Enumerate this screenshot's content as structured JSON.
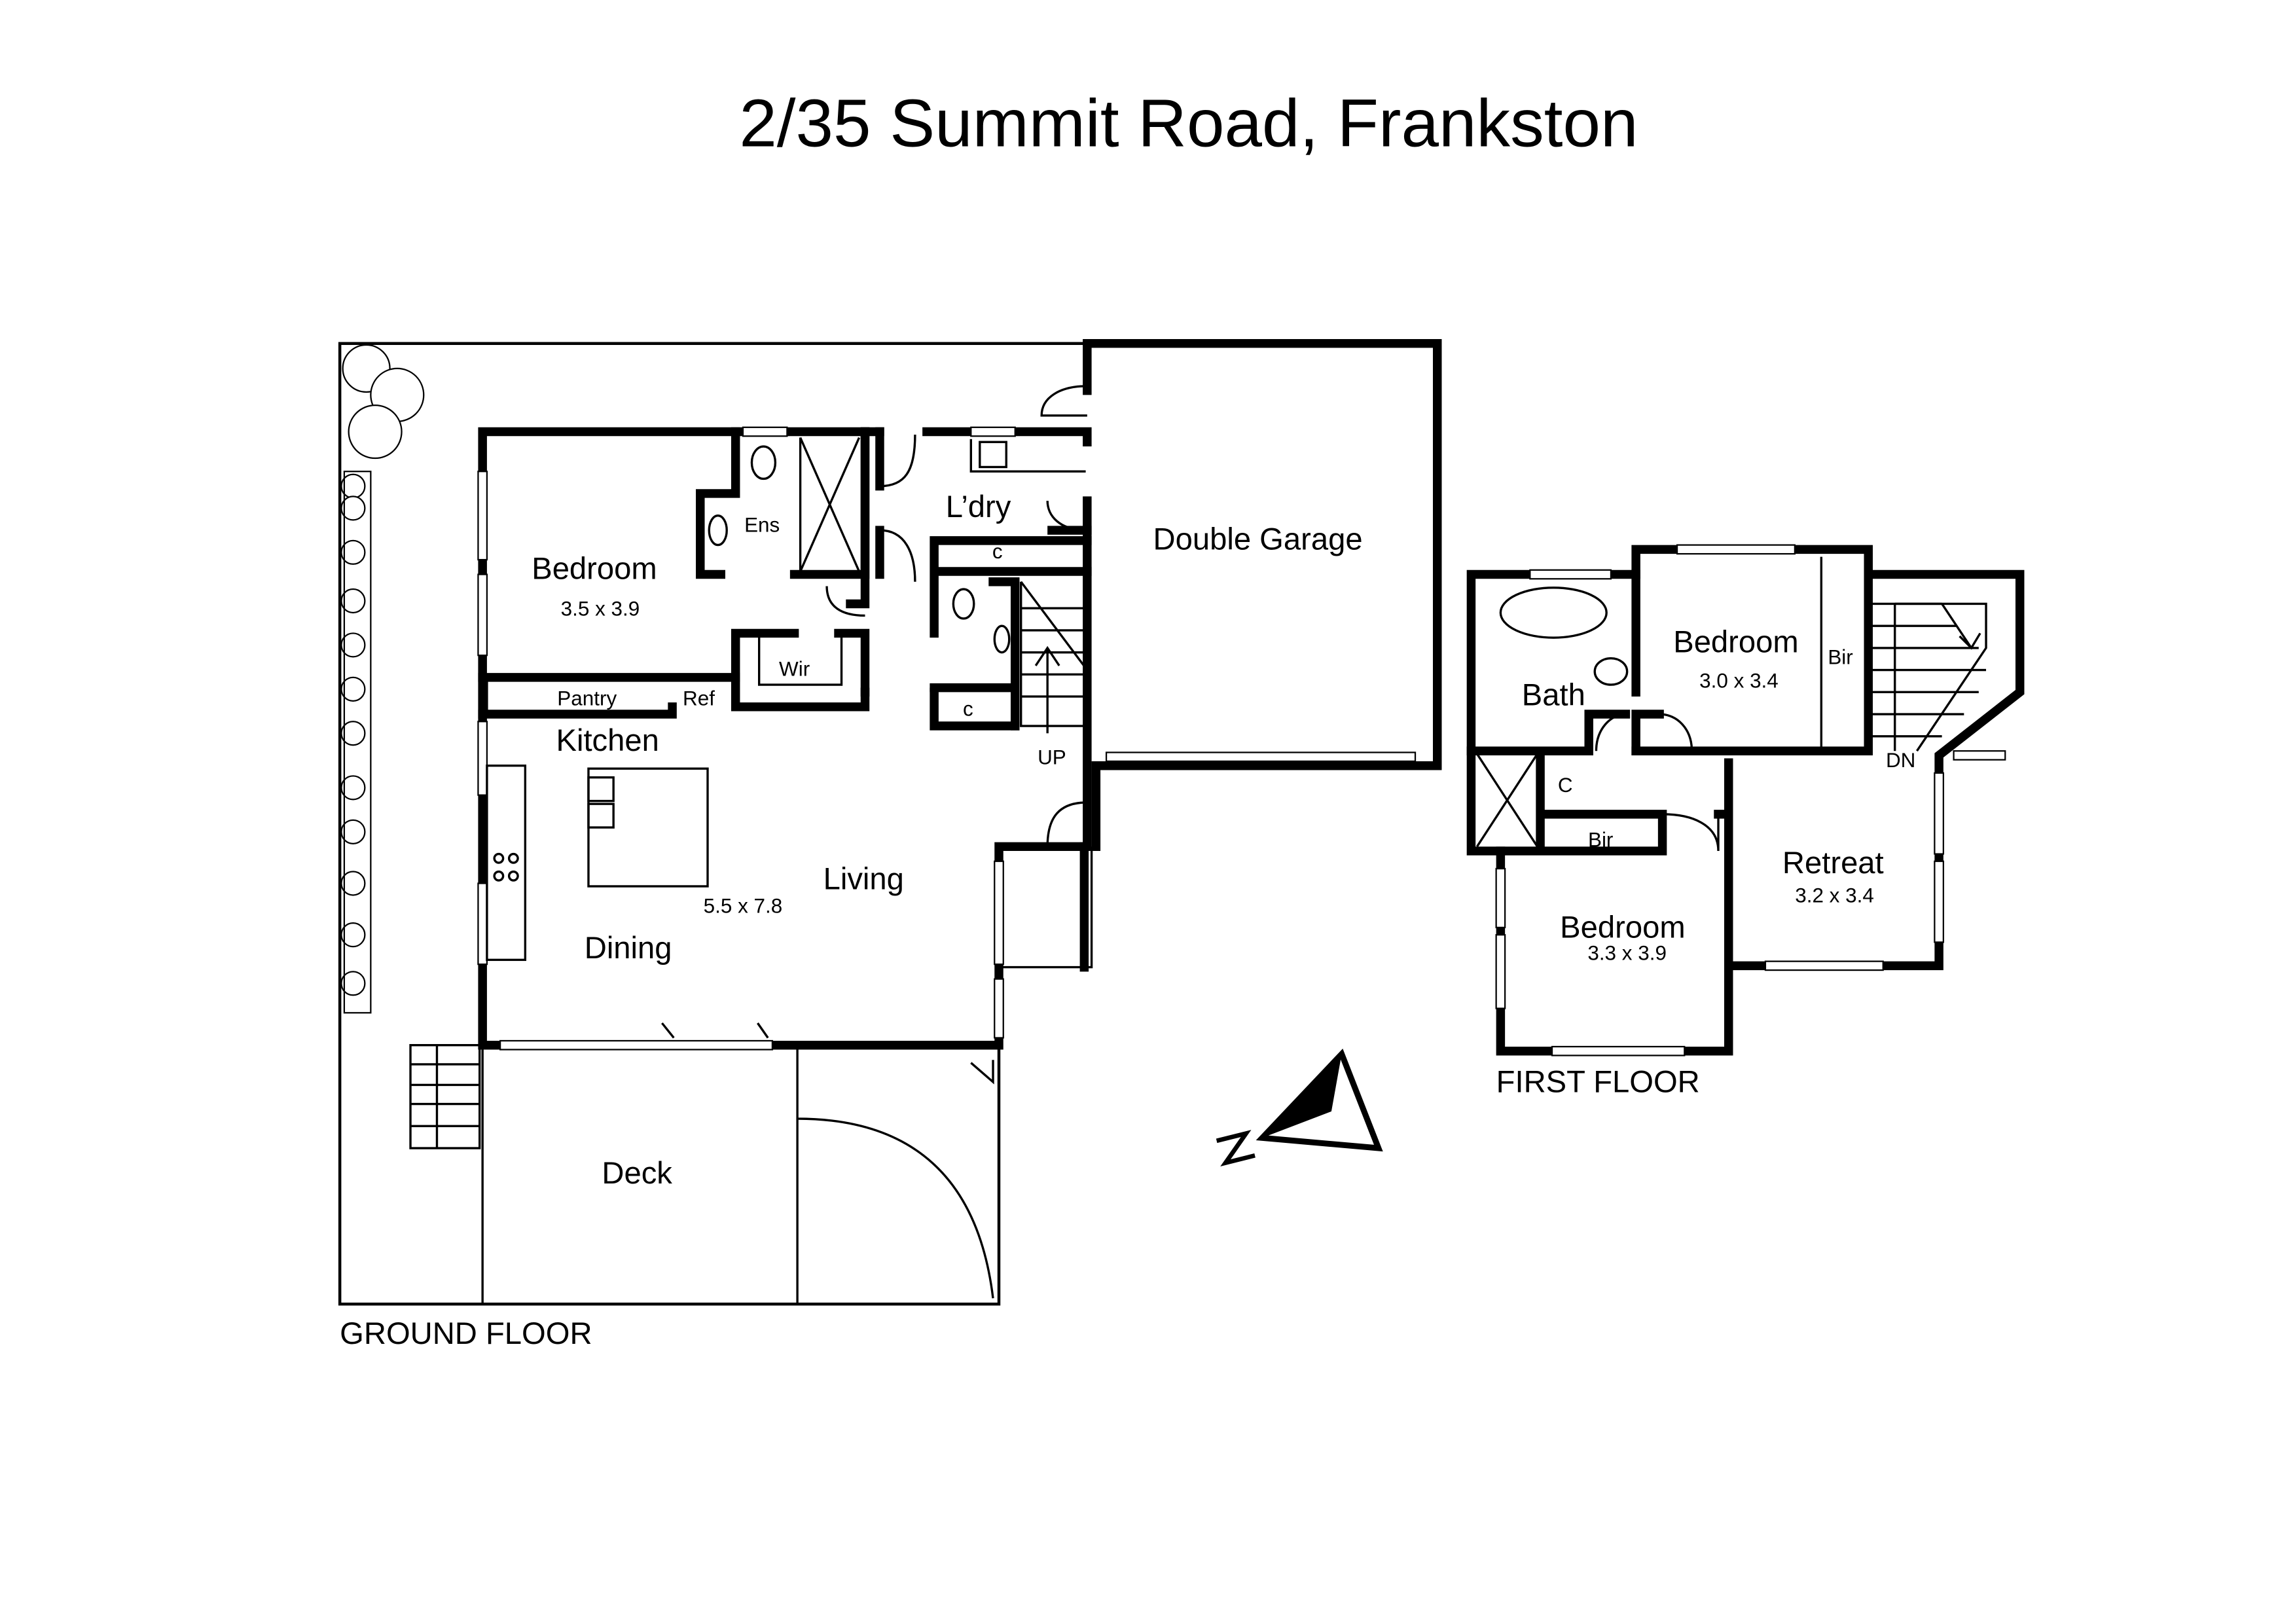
{
  "title": "2/35 Summit Road, Frankston",
  "ground_floor": {
    "label": "GROUND FLOOR",
    "rooms": {
      "bedroom": {
        "name": "Bedroom",
        "size": "3.5 x  3.9"
      },
      "ensuite": "Ens",
      "wir": "Wir",
      "laundry": "L’dry",
      "cupboard1": "c",
      "cupboard2": "c",
      "garage": "Double Garage",
      "pantry": "Pantry",
      "ref": "Ref",
      "kitchen": "Kitchen",
      "living": "Living",
      "dining": "Dining",
      "living_size": "5.5 x 7.8",
      "stairs": "UP",
      "deck": "Deck"
    }
  },
  "first_floor": {
    "label": "FIRST FLOOR",
    "rooms": {
      "bath": "Bath",
      "bedroom1": {
        "name": "Bedroom",
        "size": "3.0 x 3.4"
      },
      "bir1": "Bir",
      "stairs": "DN",
      "cupboard": "C",
      "bir2": "Bir",
      "retreat": {
        "name": "Retreat",
        "size": "3.2 x 3.4"
      },
      "bedroom2": {
        "name": "Bedroom",
        "size": "3.3 x 3.9"
      }
    }
  },
  "compass": {
    "label": "N",
    "icon": "north-arrow-icon"
  }
}
